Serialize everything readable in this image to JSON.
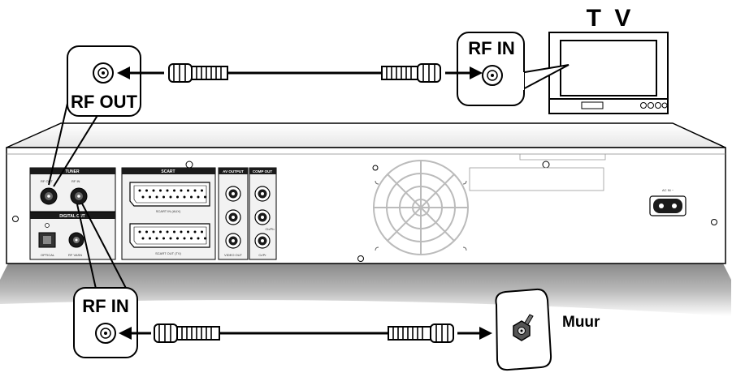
{
  "labels": {
    "rf_out": "RF OUT",
    "rf_in_top": "RF IN",
    "rf_in_bottom": "RF IN",
    "tv": "T V",
    "wall": "Muur"
  },
  "panel_labels": {
    "tuner": "TUNER",
    "rf_out_small": "RF OUT",
    "rf_in_small": "RF IN",
    "digital_out": "DIGITAL OUT",
    "optical": "OPTICAL",
    "rf_vasn": "RF VASN",
    "scart": "SCART",
    "scart_in": "SCART IN (AUX)",
    "scart_out": "SCART OUT (TV)",
    "av_output": "AV OUTPUT",
    "video_out": "VIDEO OUT",
    "comp_out": "COMP OUT",
    "cr_pr": "Cr/Pr",
    "cb_pb": "Cb/Pb",
    "ac_in": "AC IN ~"
  },
  "colors": {
    "line": "#000000",
    "device_body": "#ffffff",
    "device_shadow": "#b5b5b5",
    "panel": "#f2f2f2"
  }
}
